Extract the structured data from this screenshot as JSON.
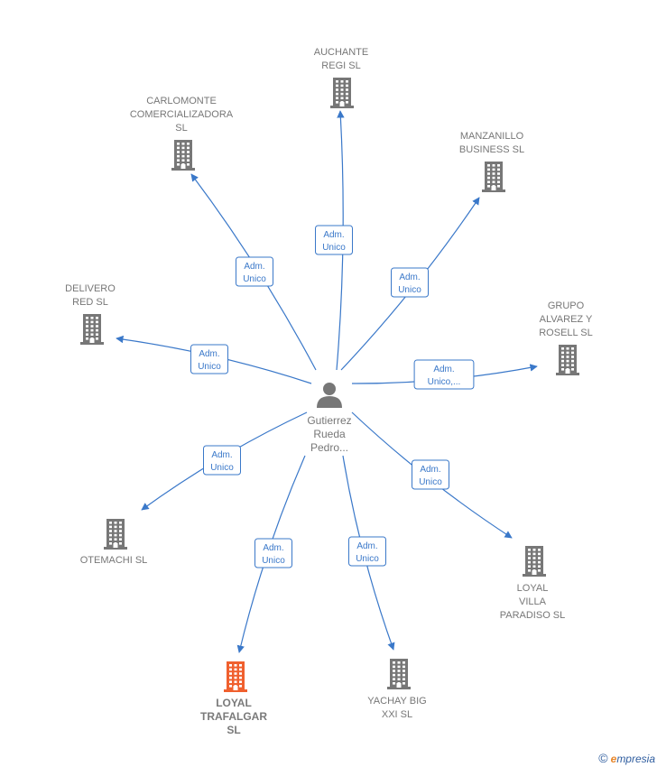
{
  "center": {
    "label_lines": [
      "Gutierrez",
      "Rueda",
      "Pedro..."
    ],
    "icon": "person-icon"
  },
  "nodes": [
    {
      "id": "auchante",
      "label_lines": [
        "AUCHANTE",
        "REGI  SL"
      ],
      "highlight": false,
      "icon": "building-icon"
    },
    {
      "id": "carlomonte",
      "label_lines": [
        "CARLOMONTE",
        "COMERCIALIZADORA",
        "SL"
      ],
      "highlight": false,
      "icon": "building-icon"
    },
    {
      "id": "manzanillo",
      "label_lines": [
        "MANZANILLO",
        "BUSINESS  SL"
      ],
      "highlight": false,
      "icon": "building-icon"
    },
    {
      "id": "delivero",
      "label_lines": [
        "DELIVERO",
        "RED  SL"
      ],
      "highlight": false,
      "icon": "building-icon"
    },
    {
      "id": "grupo",
      "label_lines": [
        "GRUPO",
        "ALVAREZ Y",
        "ROSELL  SL"
      ],
      "highlight": false,
      "icon": "building-icon"
    },
    {
      "id": "otemachi",
      "label_lines": [
        "OTEMACHI  SL"
      ],
      "highlight": false,
      "icon": "building-icon"
    },
    {
      "id": "loyalvilla",
      "label_lines": [
        "LOYAL",
        "VILLA",
        "PARADISO  SL"
      ],
      "highlight": false,
      "icon": "building-icon"
    },
    {
      "id": "trafalgar",
      "label_lines": [
        "LOYAL",
        "TRAFALGAR",
        "SL"
      ],
      "highlight": true,
      "icon": "building-icon"
    },
    {
      "id": "yachay",
      "label_lines": [
        "YACHAY BIG",
        "XXI  SL"
      ],
      "highlight": false,
      "icon": "building-icon"
    }
  ],
  "edges": [
    {
      "target": "auchante",
      "label_lines": [
        "Adm.",
        "Unico"
      ]
    },
    {
      "target": "carlomonte",
      "label_lines": [
        "Adm.",
        "Unico"
      ]
    },
    {
      "target": "manzanillo",
      "label_lines": [
        "Adm.",
        "Unico"
      ]
    },
    {
      "target": "delivero",
      "label_lines": [
        "Adm.",
        "Unico"
      ]
    },
    {
      "target": "grupo",
      "label_lines": [
        "Adm.",
        "Unico,..."
      ]
    },
    {
      "target": "otemachi",
      "label_lines": [
        "Adm.",
        "Unico"
      ]
    },
    {
      "target": "loyalvilla",
      "label_lines": [
        "Adm.",
        "Unico"
      ]
    },
    {
      "target": "trafalgar",
      "label_lines": [
        "Adm.",
        "Unico"
      ]
    },
    {
      "target": "yachay",
      "label_lines": [
        "Adm.",
        "Unico"
      ]
    }
  ],
  "colors": {
    "edge": "#3a78c9",
    "building": "#777777",
    "building_highlight": "#f0602e",
    "person": "#777777"
  },
  "footer": {
    "copyright": "©",
    "brand_initial": "e",
    "brand_rest": "mpresia"
  }
}
